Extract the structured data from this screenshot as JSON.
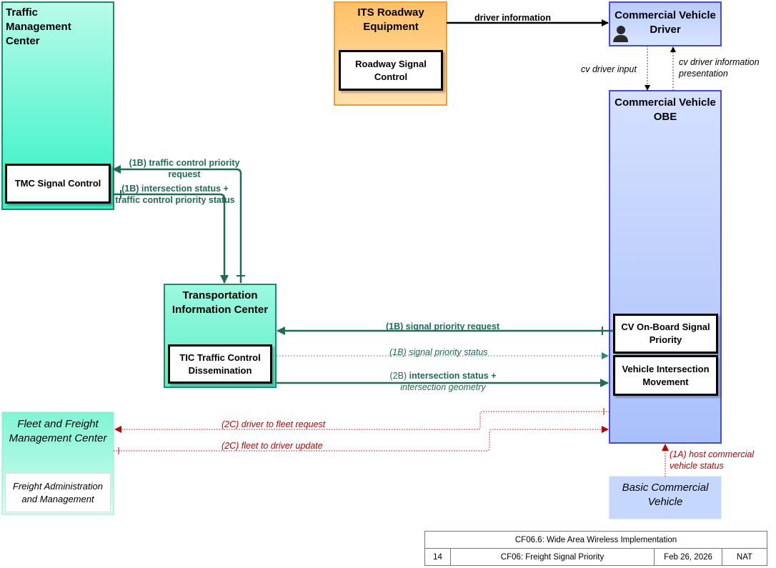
{
  "entities": {
    "tmc": {
      "title": "Traffic Management Center"
    },
    "its": {
      "title": "ITS Roadway Equipment"
    },
    "cvd": {
      "title": "Commercial Vehicle Driver"
    },
    "obe": {
      "title": "Commercial Vehicle OBE"
    },
    "tic": {
      "title": "Transportation Information Center"
    },
    "ffmc": {
      "title": "Fleet and Freight Management Center"
    },
    "bcv": {
      "title": "Basic Commercial Vehicle"
    }
  },
  "objects": {
    "tmc_signal": "TMC Signal Control",
    "roadway_signal": "Roadway Signal Control",
    "tic_traffic": "TIC Traffic Control Dissemination",
    "cv_onboard": "CV On-Board Signal Priority",
    "vehicle_intersection": "Vehicle Intersection Movement",
    "freight_admin": "Freight Administration and Management"
  },
  "flows": {
    "driver_information": "driver information",
    "cv_driver_input": "cv driver input",
    "cv_driver_info_pres": "cv driver information presentation",
    "priority_request_1b": "(1B) traffic control priority request",
    "intersection_status_1b": "(1B) intersection status + traffic control priority status",
    "signal_priority_request": "(1B) signal priority request",
    "signal_priority_status": "(1B) signal priority status",
    "intersection_status_2b_prefix": "(2B)",
    "intersection_status_2b_bold": "intersection status +",
    "intersection_status_2b_rest": "intersection geometry",
    "driver_to_fleet": "(2C) driver to fleet request",
    "fleet_to_driver": "(2C) fleet to driver update",
    "host_status": "(1A) host commercial vehicle status"
  },
  "title_block": {
    "title": "CF06.6: Wide Area Wireless Implementation",
    "page": "14",
    "name": "CF06: Freight Signal Priority",
    "date": "Feb 26, 2026",
    "scope": "NAT"
  },
  "icons": {
    "driver": "person-icon"
  },
  "colors": {
    "center_fill": "#2ef2c4",
    "field_fill": "#ffc97a",
    "vehicle_fill": "#c6d7fd",
    "vehicle_border": "#4a4ad8",
    "flow_green": "#1e6b5a",
    "flow_red": "#c00000"
  }
}
